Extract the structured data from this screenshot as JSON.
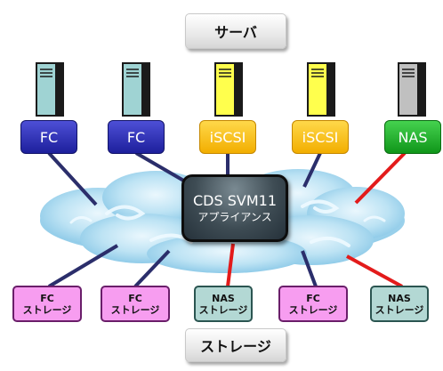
{
  "title_server": "サーバ",
  "title_storage": "ストレージ",
  "appliance": {
    "line1": "CDS SVM11",
    "line2": "アプライアンス"
  },
  "servers": [
    {
      "protocol": "FC",
      "color": "#9fd3d3"
    },
    {
      "protocol": "FC",
      "color": "#9fd3d3"
    },
    {
      "protocol": "iSCSI",
      "color": "#ffff4d"
    },
    {
      "protocol": "iSCSI",
      "color": "#ffff4d"
    },
    {
      "protocol": "NAS",
      "color": "#c0c0c0"
    }
  ],
  "storages": [
    {
      "line1": "FC",
      "line2": "ストレージ",
      "type": "fc"
    },
    {
      "line1": "FC",
      "line2": "ストレージ",
      "type": "fc"
    },
    {
      "line1": "NAS",
      "line2": "ストレージ",
      "type": "nas"
    },
    {
      "line1": "FC",
      "line2": "ストレージ",
      "type": "fc"
    },
    {
      "line1": "NAS",
      "line2": "ストレージ",
      "type": "nas"
    }
  ],
  "colors": {
    "fc_link": "#2b2e6b",
    "nas_link": "#e31b1b",
    "cloud": "#a9d8ef"
  }
}
